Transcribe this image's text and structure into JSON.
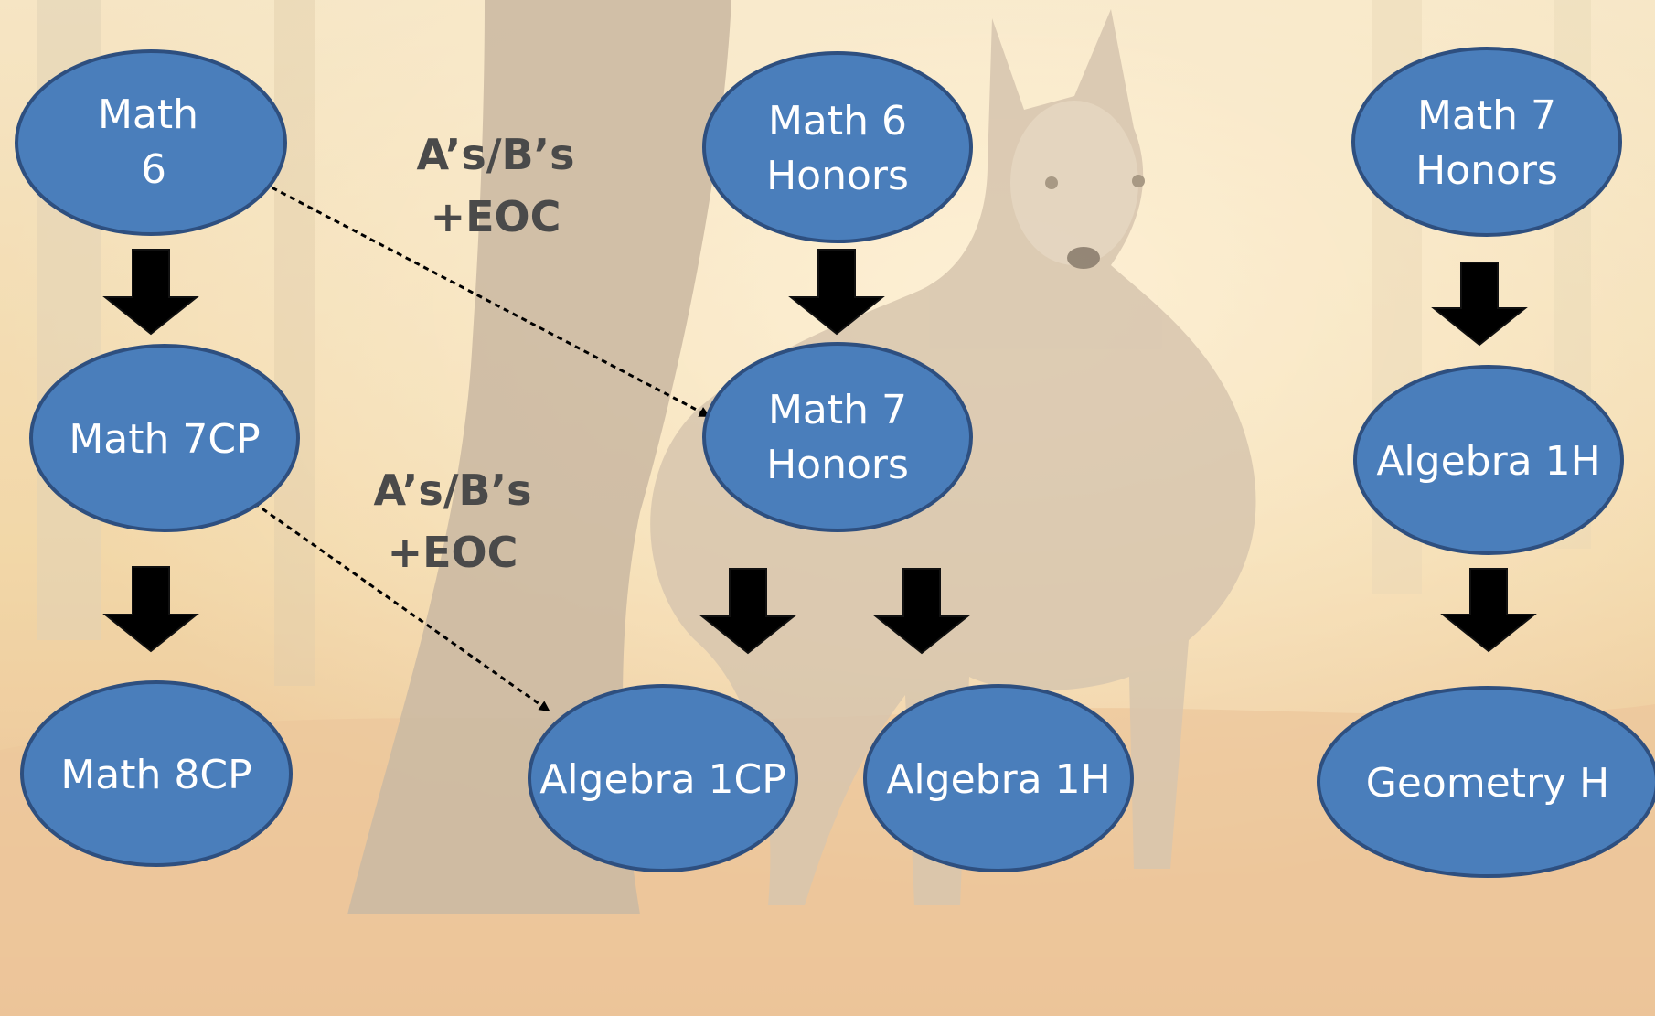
{
  "colors": {
    "node_fill": "#4a7ebb",
    "node_stroke": "#2e4f7f",
    "node_text": "#ffffff",
    "arrow": "#000000",
    "condition_text": "#4a4a4a",
    "bg_light": "#f2d9a8",
    "bg_warm": "#e6b57a",
    "tree_trunk": "#b9a48c",
    "wolf": "#c8b49b"
  },
  "nodes": {
    "math_6": [
      "Math",
      "6"
    ],
    "math_7cp": [
      "Math 7CP"
    ],
    "math_8cp": [
      "Math 8CP"
    ],
    "math_6_honors": [
      "Math 6",
      "Honors"
    ],
    "math_7_honors_mid": [
      "Math 7",
      "Honors"
    ],
    "algebra_1cp": [
      "Algebra 1CP"
    ],
    "algebra_1h_mid": [
      "Algebra 1H"
    ],
    "math_7_honors_right": [
      "Math 7",
      "Honors"
    ],
    "algebra_1h_right": [
      "Algebra 1H"
    ],
    "geometry_h": [
      "Geometry H"
    ]
  },
  "conditions": {
    "upper": [
      "A’s/B’s",
      "+EOC"
    ],
    "lower": [
      "A’s/B’s",
      "+EOC"
    ]
  },
  "background": {
    "subject": "wolf-in-autumn-forest"
  }
}
